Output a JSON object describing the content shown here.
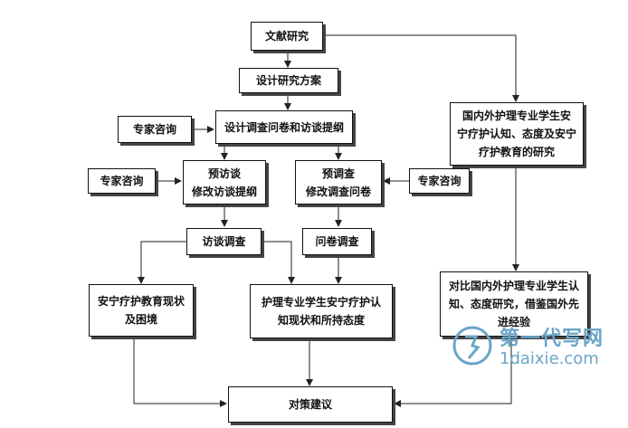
{
  "nodes": {
    "literature": "文献研究",
    "design": "设计研究方案",
    "design_questionnaire": "设计调查问卷和访谈提纲",
    "expert1": "专家咨询",
    "expert2": "专家咨询",
    "expert3": "专家咨询",
    "pre_interview": "预访谈\n修改访谈提纲",
    "pre_survey": "预调查\n修改调查问卷",
    "interview": "访谈调查",
    "survey": "问卷调查",
    "status_dilemma": "安宁疗护教育现状\n及困境",
    "cognition": "护理专业学生安宁疗护认\n知现状和所持态度",
    "domestic_foreign": "国内外护理专业学生安\n宁疗护认知、态度及安宁\n疗护教育的研究",
    "compare": "对比国内外护理专业学生认\n知、态度研究，借鉴国外先\n进经验",
    "countermeasure": "对策建议"
  },
  "watermark": {
    "text": "第一代写网",
    "url": "1daixie.com"
  }
}
